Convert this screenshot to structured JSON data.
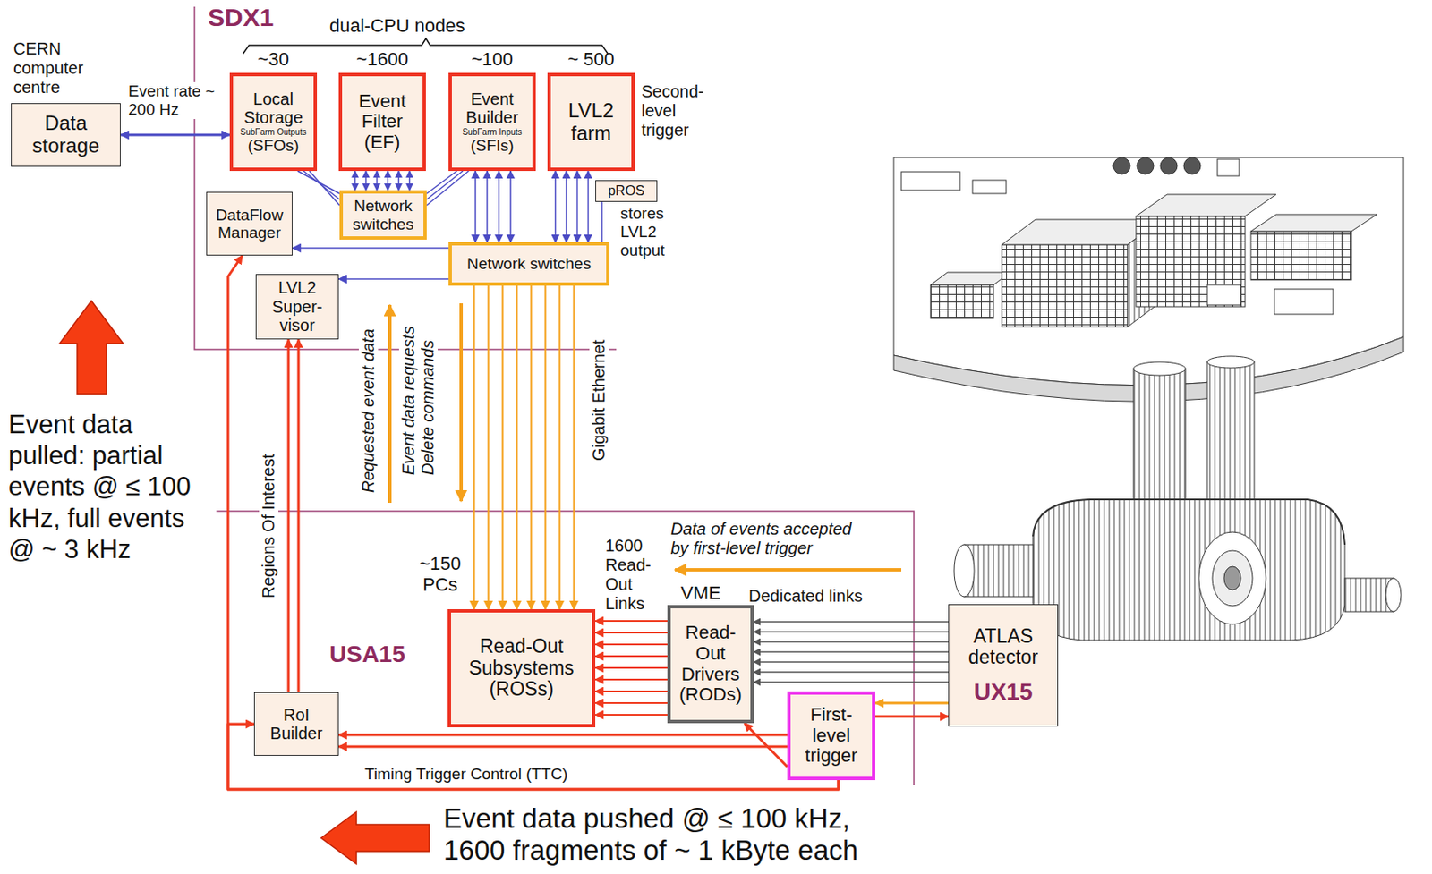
{
  "diagram": {
    "nodes": [
      {
        "text": [
          "CERN computer centre",
          "Data storage"
        ]
      },
      {
        "text": [
          "Local Storage",
          "SubFarm Outputs",
          "(SFOs)"
        ]
      },
      {
        "text": [
          "Event Filter (EF)"
        ]
      },
      {
        "text": [
          "Event Builder",
          "SubFarm Inputs",
          "(SFIs)"
        ]
      },
      {
        "text": [
          "LVL2 farm"
        ]
      },
      {
        "text": [
          "Network switches"
        ]
      },
      {
        "text": [
          "DataFlow Manager"
        ]
      },
      {
        "text": [
          "pROS"
        ]
      },
      {
        "text": [
          "Network switches"
        ]
      },
      {
        "text": [
          "LVL2 Super- visor"
        ]
      },
      {
        "text": [
          "Read-Out Subsystems (ROSs)"
        ]
      },
      {
        "text": [
          "Read- Out Drivers (RODs)"
        ]
      },
      {
        "text": [
          "First- level trigger"
        ]
      },
      {
        "text": [
          "ATLAS detector",
          "UX15"
        ]
      },
      {
        "text": [
          "RoI Builder"
        ]
      }
    ],
    "edges": [
      {
        "from": 0,
        "to": 1,
        "arrow": "both"
      },
      {
        "from": 1,
        "to": 5,
        "arrow": "none"
      },
      {
        "from": 2,
        "to": 5,
        "arrow": "both"
      },
      {
        "from": 3,
        "to": 5,
        "arrow": "none"
      },
      {
        "from": 3,
        "to": 8,
        "arrow": "both"
      },
      {
        "from": 4,
        "to": 8,
        "arrow": "both"
      },
      {
        "from": 7,
        "to": 8,
        "arrow": "none"
      },
      {
        "from": 8,
        "to": 6,
        "arrow": "to"
      },
      {
        "from": 8,
        "to": 9,
        "arrow": "to"
      },
      {
        "from": 8,
        "to": 10,
        "arrow": "to"
      },
      {
        "from": 11,
        "to": 10,
        "arrow": "to"
      },
      {
        "from": 13,
        "to": 11,
        "arrow": "to"
      },
      {
        "from": 13,
        "to": 12,
        "arrow": "to"
      },
      {
        "from": 12,
        "to": 13,
        "arrow": "to"
      },
      {
        "from": 12,
        "to": 14,
        "arrow": "to"
      },
      {
        "from": 14,
        "to": 9,
        "arrow": "to"
      },
      {
        "from": 12,
        "to": 6,
        "arrow": "to"
      },
      {
        "from": 12,
        "to": 14,
        "arrow": "to"
      },
      {
        "from": 12,
        "to": 11,
        "arrow": "to"
      }
    ],
    "labels": [
      "SDX1",
      "dual-CPU nodes",
      "~30",
      "~1600",
      "~100",
      "~ 500",
      "Event rate ~ 200 Hz",
      "Second- level trigger",
      "stores LVL2 output",
      "Requested event data",
      "Event data requests Delete commands",
      "Gigabit Ethernet",
      "Regions Of Interest",
      "Event data pulled: partial events @ ≤ 100 kHz, full events @ ~ 3 kHz",
      "~150 PCs",
      "1600 Read- Out Links",
      "Data of events accepted by first-level trigger",
      "VME",
      "Dedicated links",
      "USA15",
      "Timing Trigger Control (TTC)",
      "Event data pushed @ ≤ 100 kHz, 1600 fragments of ~ 1 kByte each"
    ]
  }
}
